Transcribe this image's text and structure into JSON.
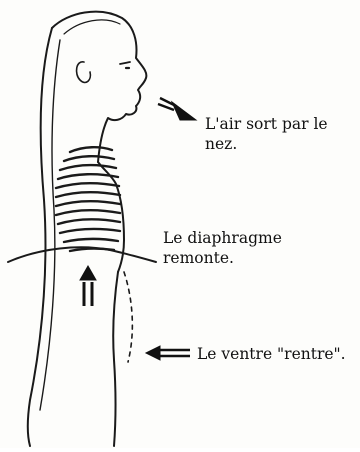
{
  "figure": {
    "labels": {
      "nose": "L'air sort par le nez.",
      "diaphragm": "Le diaphragme remonte.",
      "belly": "Le ventre \"rentre\"."
    }
  }
}
